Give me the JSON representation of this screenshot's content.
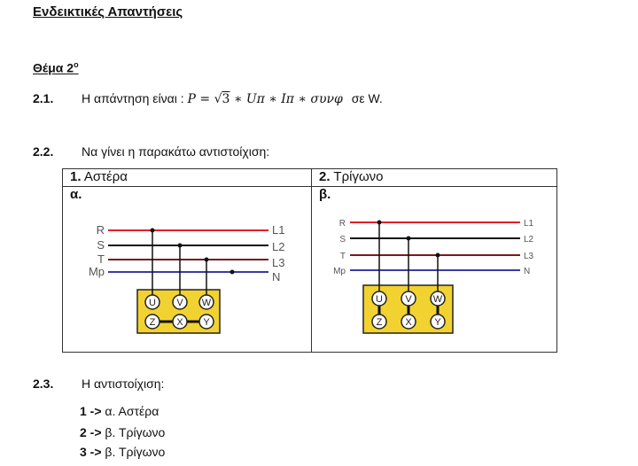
{
  "title": "Ενδεικτικές Απαντήσεις",
  "topic": "Θέμα 2",
  "topic_sup": "ο",
  "q21": {
    "num": "2.1.",
    "text": "Η απάντηση είναι :",
    "formula_lhs": "P = ",
    "sqrt": "√",
    "sqrt_arg": "3",
    "formula_rhs": " ∗ Uπ ∗ Iπ ∗ συνφ",
    "unit": "σε W."
  },
  "q22": {
    "num": "2.2.",
    "text": "Να γίνει η παρακάτω αντιστοίχιση:"
  },
  "table": {
    "col1_num": "1.",
    "col1_label": "Αστέρα",
    "col1_sub": "α.",
    "col2_num": "2.",
    "col2_label": "Τρίγωνο",
    "col2_sub": "β."
  },
  "diagram": {
    "left_labels": [
      "R",
      "S",
      "T",
      "Mp"
    ],
    "right_labels": [
      "L1",
      "L2",
      "L3",
      "N"
    ],
    "terminals_top": [
      "U",
      "V",
      "W"
    ],
    "terminals_bottom": [
      "Z",
      "X",
      "Y"
    ],
    "colors": {
      "r": "#e0202a",
      "s": "#111111",
      "t": "#7a1a1a",
      "n": "#3a3aa8",
      "box": "#f2d230"
    }
  },
  "q23": {
    "num": "2.3.",
    "text": "Η αντιστοίχιση:"
  },
  "answers": [
    {
      "key": "1 ->",
      "value": "α. Αστέρα"
    },
    {
      "key": "2 ->",
      "value": "β. Τρίγωνο"
    },
    {
      "key": "3 ->",
      "value": "β. Τρίγωνο"
    }
  ]
}
